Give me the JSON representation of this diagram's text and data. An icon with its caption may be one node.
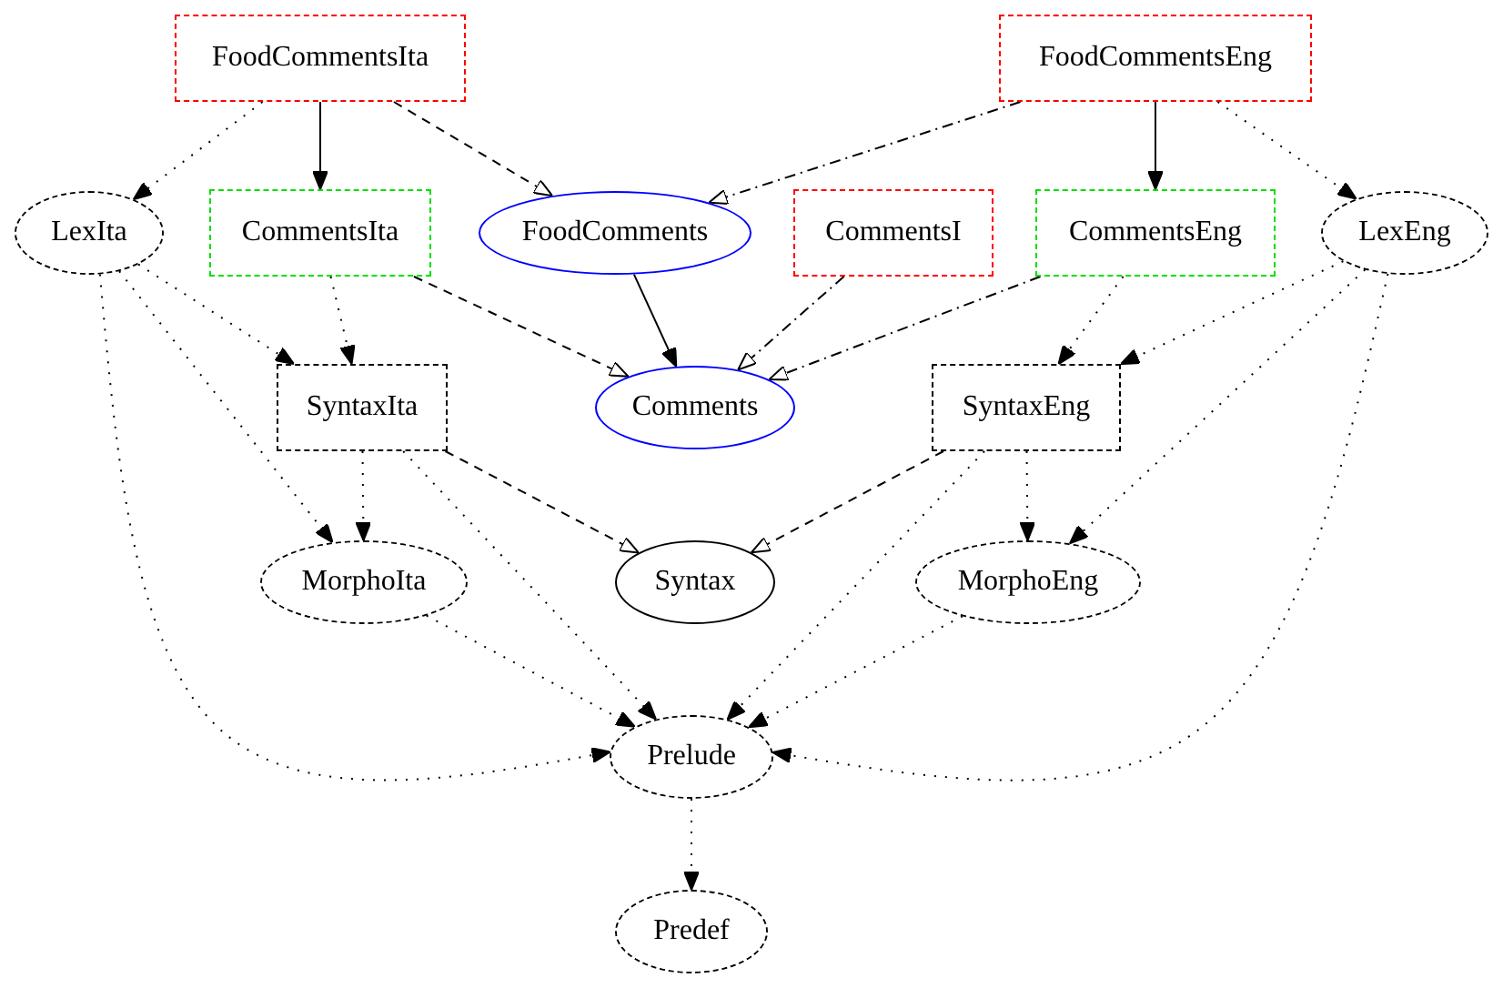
{
  "diagram": {
    "nodes": [
      {
        "text": [
          "FoodCommentsIta"
        ]
      },
      {
        "text": [
          "FoodCommentsEng"
        ]
      },
      {
        "text": [
          "LexIta"
        ]
      },
      {
        "text": [
          "CommentsIta"
        ]
      },
      {
        "text": [
          "FoodComments"
        ]
      },
      {
        "text": [
          "CommentsI"
        ]
      },
      {
        "text": [
          "CommentsEng"
        ]
      },
      {
        "text": [
          "LexEng"
        ]
      },
      {
        "text": [
          "SyntaxIta"
        ]
      },
      {
        "text": [
          "Comments"
        ]
      },
      {
        "text": [
          "SyntaxEng"
        ]
      },
      {
        "text": [
          "MorphoIta"
        ]
      },
      {
        "text": [
          "Syntax"
        ]
      },
      {
        "text": [
          "MorphoEng"
        ]
      },
      {
        "text": [
          "Prelude"
        ]
      },
      {
        "text": [
          "Predef"
        ]
      }
    ],
    "edges": [
      {
        "from": 0,
        "to": 2,
        "arrow": "to",
        "style": "dashed"
      },
      {
        "from": 0,
        "to": 3,
        "arrow": "to"
      },
      {
        "from": 0,
        "to": 4,
        "arrow": "to",
        "style": "dashed"
      },
      {
        "from": 1,
        "to": 4,
        "arrow": "to",
        "style": "dashed"
      },
      {
        "from": 1,
        "to": 6,
        "arrow": "to"
      },
      {
        "from": 1,
        "to": 7,
        "arrow": "to",
        "style": "dashed"
      },
      {
        "from": 2,
        "to": 8,
        "arrow": "to",
        "style": "dashed"
      },
      {
        "from": 2,
        "to": 11,
        "arrow": "to",
        "style": "dashed"
      },
      {
        "from": 2,
        "to": 14,
        "arrow": "to",
        "style": "dashed"
      },
      {
        "from": 3,
        "to": 8,
        "arrow": "to",
        "style": "dashed"
      },
      {
        "from": 3,
        "to": 9,
        "arrow": "to",
        "style": "dashed"
      },
      {
        "from": 4,
        "to": 9,
        "arrow": "to"
      },
      {
        "from": 5,
        "to": 9,
        "arrow": "to",
        "style": "dashed"
      },
      {
        "from": 6,
        "to": 9,
        "arrow": "to",
        "style": "dashed"
      },
      {
        "from": 6,
        "to": 10,
        "arrow": "to",
        "style": "dashed"
      },
      {
        "from": 7,
        "to": 10,
        "arrow": "to",
        "style": "dashed"
      },
      {
        "from": 7,
        "to": 13,
        "arrow": "to",
        "style": "dashed"
      },
      {
        "from": 7,
        "to": 14,
        "arrow": "to",
        "style": "dashed"
      },
      {
        "from": 8,
        "to": 11,
        "arrow": "to",
        "style": "dashed"
      },
      {
        "from": 8,
        "to": 12,
        "arrow": "to",
        "style": "dashed"
      },
      {
        "from": 8,
        "to": 14,
        "arrow": "to",
        "style": "dashed"
      },
      {
        "from": 10,
        "to": 12,
        "arrow": "to",
        "style": "dashed"
      },
      {
        "from": 10,
        "to": 13,
        "arrow": "to",
        "style": "dashed"
      },
      {
        "from": 10,
        "to": 14,
        "arrow": "to",
        "style": "dashed"
      },
      {
        "from": 11,
        "to": 14,
        "arrow": "to",
        "style": "dashed"
      },
      {
        "from": 13,
        "to": 14,
        "arrow": "to",
        "style": "dashed"
      },
      {
        "from": 14,
        "to": 15,
        "arrow": "to",
        "style": "dashed"
      }
    ]
  }
}
